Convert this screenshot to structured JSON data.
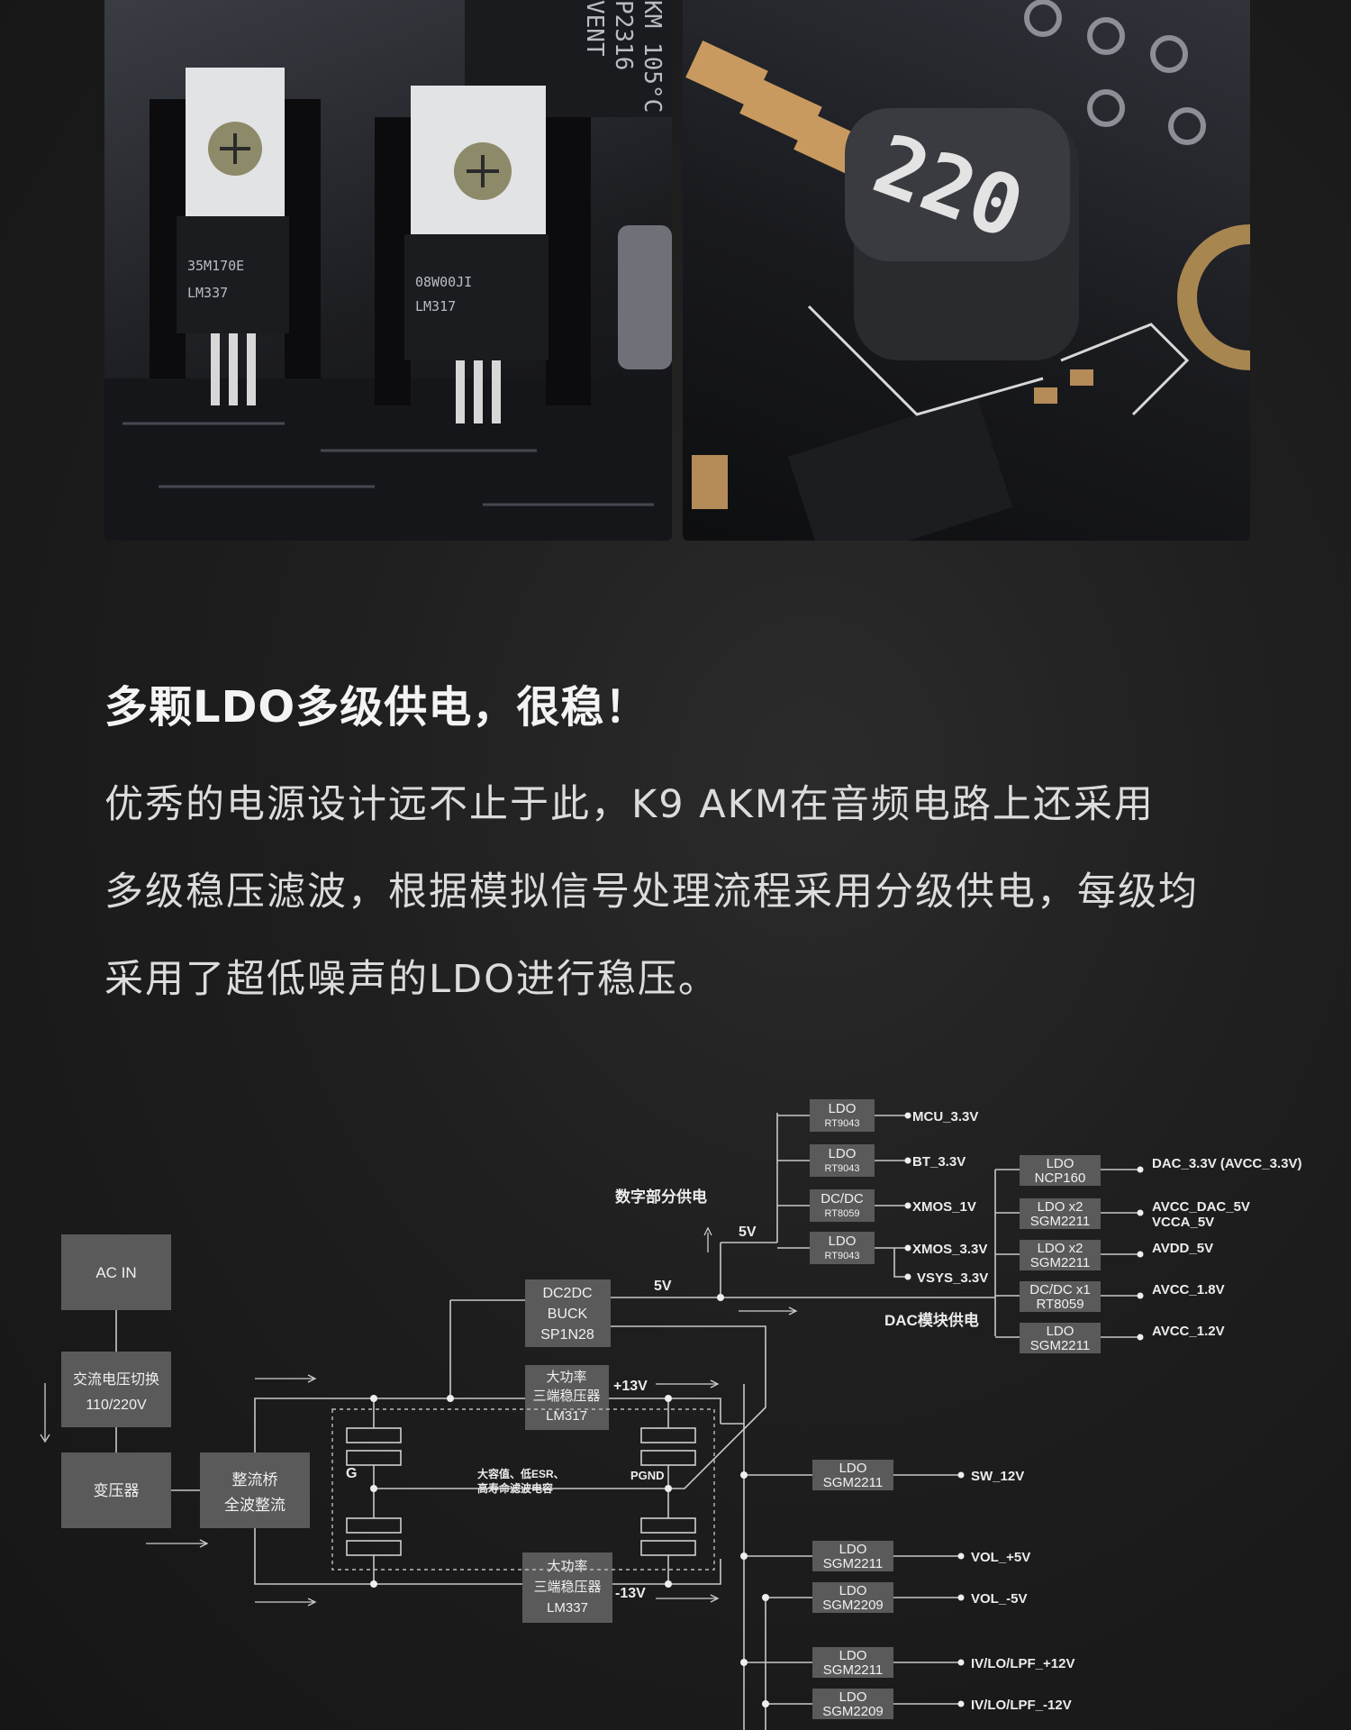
{
  "photos": {
    "left": {
      "regulators": [
        {
          "brand_marking": "35M170E",
          "model": "LM337"
        },
        {
          "brand_marking": "08W00JI",
          "model": "LM317"
        }
      ],
      "capacitor_text": [
        "KM 105°C",
        "P2316",
        "VENT"
      ]
    },
    "right": {
      "inductor_marking": "220"
    }
  },
  "headline": "多颗LDO多级供电，很稳！",
  "body_lines": [
    "优秀的电源设计远不止于此，K9 AKM在音频电路上还采用",
    "多级稳压滤波，根据模拟信号处理流程采用分级供电，每级均",
    "采用了超低噪声的LDO进行稳压。"
  ],
  "diagram": {
    "ac_in": "AC IN",
    "ac_switch": [
      "交流电压切换",
      "110/220V"
    ],
    "transformer": "变压器",
    "rectifier": [
      "整流桥",
      "全波整流"
    ],
    "buck": [
      "DC2DC",
      "BUCK",
      "SP1N28"
    ],
    "pos_reg": [
      "大功率",
      "三端稳压器",
      "LM317"
    ],
    "neg_reg": [
      "大功率",
      "三端稳压器",
      "LM337"
    ],
    "pos_rail": "+13V",
    "neg_rail": "-13V",
    "ground": "G",
    "pgnd": "PGND",
    "cap_note": [
      "大容值、低ESR、",
      "高寿命滤波电容"
    ],
    "buck_out": "5V",
    "digital_5v": "5V",
    "digital_label": "数字部分供电",
    "dac_label": "DAC模块供电",
    "digital_blocks": [
      {
        "type": "LDO",
        "part": "RT9043",
        "outputs": [
          "MCU_3.3V"
        ]
      },
      {
        "type": "LDO",
        "part": "RT9043",
        "outputs": [
          "BT_3.3V"
        ]
      },
      {
        "type": "DC/DC",
        "part": "RT8059",
        "outputs": [
          "XMOS_1V"
        ]
      },
      {
        "type": "LDO",
        "part": "RT9043",
        "outputs": [
          "XMOS_3.3V",
          "VSYS_3.3V"
        ]
      }
    ],
    "dac_blocks": [
      {
        "type": "LDO",
        "part": "NCP160",
        "outputs": [
          "DAC_3.3V (AVCC_3.3V)"
        ]
      },
      {
        "type": "LDO x2",
        "part": "SGM2211",
        "outputs": [
          "AVCC_DAC_5V",
          "VCCA_5V"
        ]
      },
      {
        "type": "LDO x2",
        "part": "SGM2211",
        "outputs": [
          "AVDD_5V"
        ]
      },
      {
        "type": "DC/DC x1",
        "part": "RT8059",
        "outputs": [
          "AVCC_1.8V"
        ]
      },
      {
        "type": "LDO",
        "part": "SGM2211",
        "outputs": [
          "AVCC_1.2V"
        ]
      }
    ],
    "analog_blocks": [
      {
        "type": "LDO",
        "part": "SGM2211",
        "output": "SW_12V"
      },
      {
        "type": "LDO",
        "part": "SGM2211",
        "output": "VOL_+5V"
      },
      {
        "type": "LDO",
        "part": "SGM2209",
        "output": "VOL_-5V"
      },
      {
        "type": "LDO",
        "part": "SGM2211",
        "output": "IV/LO/LPF_+12V"
      },
      {
        "type": "LDO",
        "part": "SGM2209",
        "output": "IV/LO/LPF_-12V"
      }
    ]
  }
}
